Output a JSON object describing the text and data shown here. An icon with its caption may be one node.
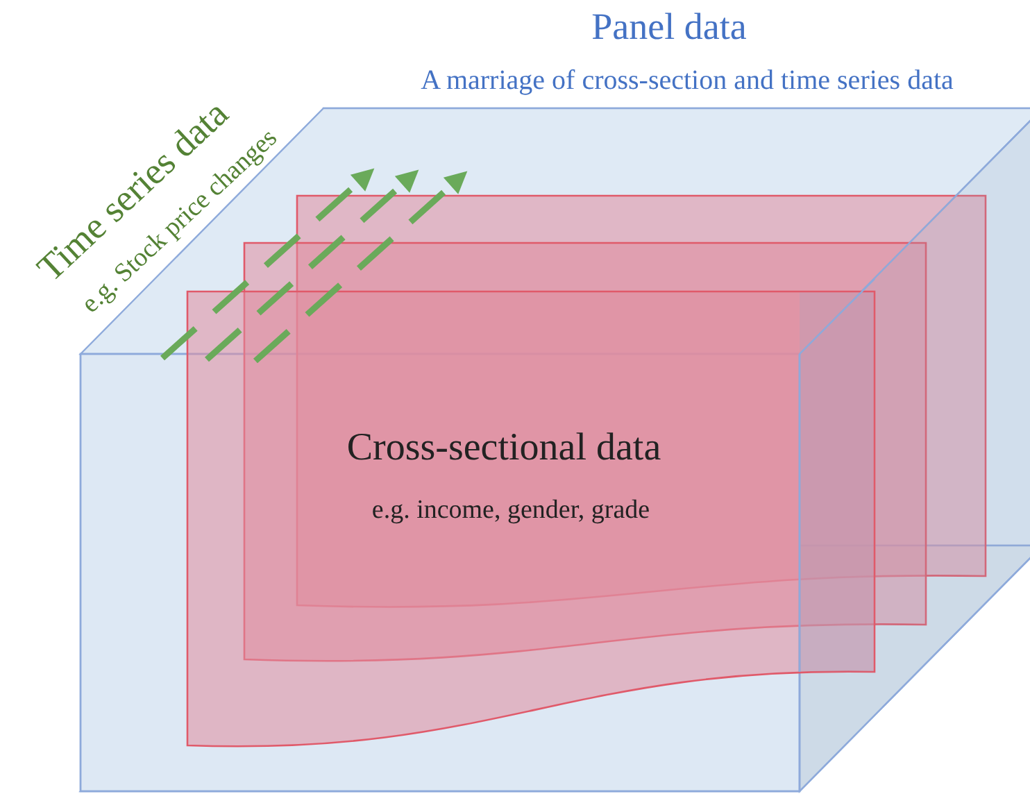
{
  "diagram": {
    "title": "Panel data",
    "nodes": [
      {
        "text": [
          "Cross-sectional data",
          "e.g. income, gender, grade"
        ]
      }
    ],
    "labels": [
      "A marriage of cross-section and time series data",
      "Time series data",
      "e.g. Stock price changes"
    ]
  }
}
